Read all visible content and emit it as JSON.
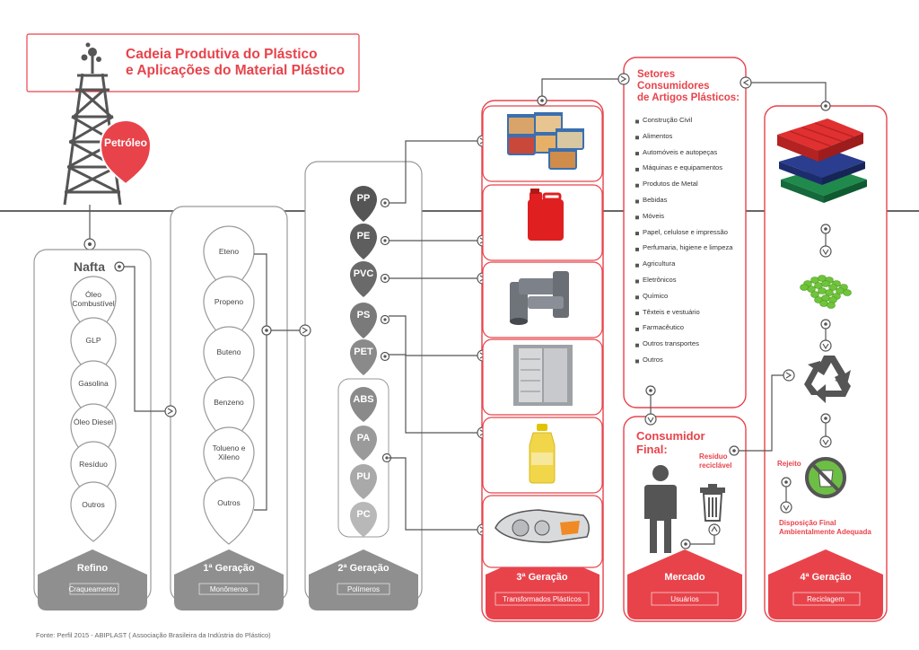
{
  "title": {
    "line1": "Cadeia Produtiva do Plástico",
    "line2": "e Aplicações do Material Plástico"
  },
  "petroleo": "Petróleo",
  "refino": {
    "head": "Nafta",
    "items": [
      "Óleo Combustível",
      "GLP",
      "Gasolina",
      "Óleo Diesel",
      "Resíduo",
      "Outros"
    ],
    "footer_title": "Refino",
    "footer_sub": "Craqueamento"
  },
  "gen1": {
    "items": [
      "Eteno",
      "Propeno",
      "Buteno",
      "Benzeno",
      "Tolueno e Xileno",
      "Outros"
    ],
    "footer_title": "1ª Geração",
    "footer_sub": "Monômeros"
  },
  "gen2": {
    "polymers": [
      "PP",
      "PE",
      "PVC",
      "PS",
      "PET"
    ],
    "group": [
      "ABS",
      "PA",
      "PU",
      "PC"
    ],
    "footer_title": "2ª Geração",
    "footer_sub": "Polímeros"
  },
  "gen3": {
    "products": [
      "food-containers",
      "jerrycan",
      "pvc-pipes",
      "refrigerator",
      "oil-bottle",
      "car-headlight"
    ],
    "footer_title": "3ª Geração",
    "footer_sub": "Transformados Plásticos"
  },
  "setores": {
    "title_line1": "Setores",
    "title_line2": "Consumidores",
    "title_line3": "de Artigos Plásticos:",
    "items": [
      "Construção Civil",
      "Alimentos",
      "Automóveis e autopeças",
      "Máquinas e equipamentos",
      "Produtos de Metal",
      "Bebidas",
      "Móveis",
      "Papel, celulose e impressão",
      "Perfumaria, higiene e limpeza",
      "Agricultura",
      "Eletrônicos",
      "Químico",
      "Têxteis e vestuário",
      "Farmacêutico",
      "Outros transportes",
      "Outros"
    ]
  },
  "consumidor": {
    "title_line1": "Consumidor",
    "title_line2": "Final:",
    "residuo_line1": "Resíduo",
    "residuo_line2": "reciclável",
    "footer_title": "Mercado",
    "footer_sub": "Usuários"
  },
  "gen4": {
    "rejeito": "Rejeito",
    "disposicao_line1": "Disposição Final",
    "disposicao_line2": "Ambientalmente Adequada",
    "footer_title": "4ª Geração",
    "footer_sub": "Reciclagem"
  },
  "source": "Fonte: Perfil 2015 - ABIPLAST ( Associação Brasileira da Indústria do Plástico)",
  "colors": {
    "accent": "#e8434b",
    "gray": "#8f8f8f",
    "dark": "#555555"
  }
}
